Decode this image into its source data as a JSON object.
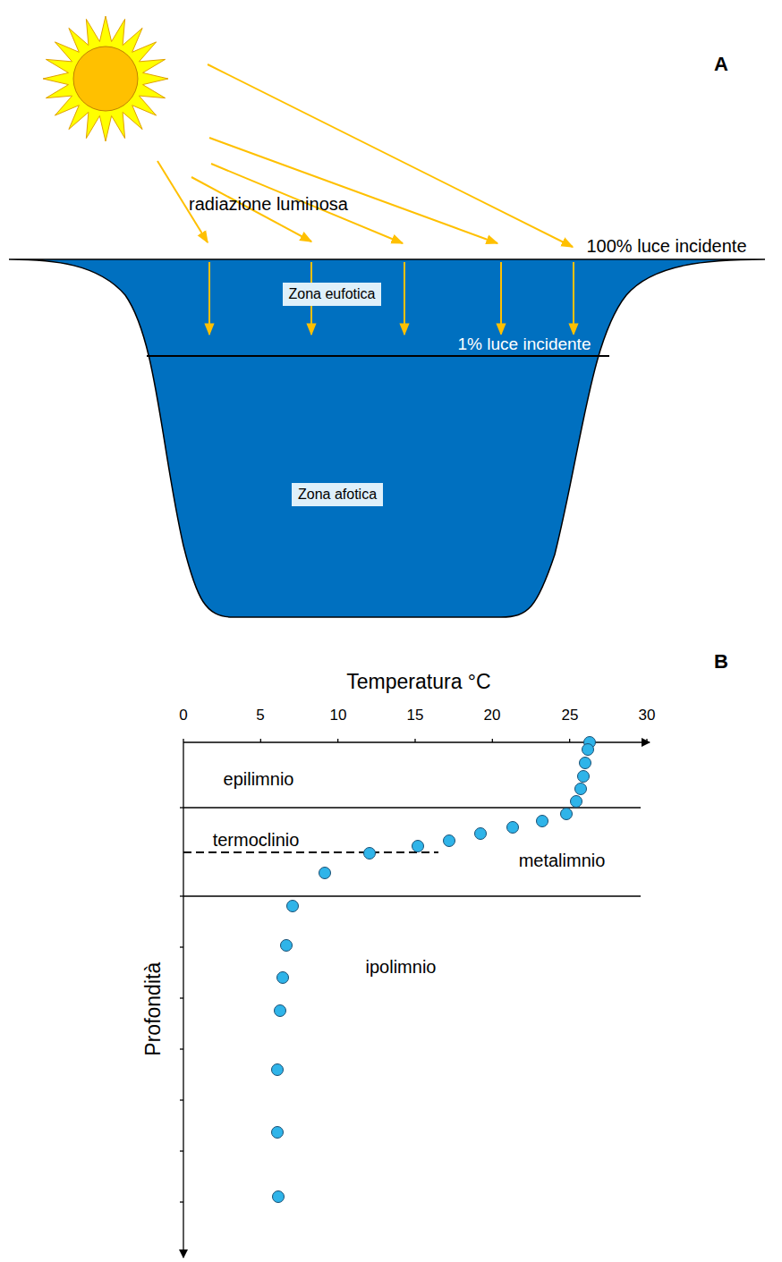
{
  "diagram": {
    "nodes": [
      {
        "text": [
          "Zona eufotica"
        ]
      },
      {
        "text": [
          "Zona afotica"
        ]
      }
    ],
    "labels": [
      "A",
      "radiazione luminosa",
      "100% luce incidente",
      "1% luce incidente",
      "B",
      "Temperatura °C",
      "0",
      "5",
      "10",
      "15",
      "20",
      "25",
      "30",
      "epilimnio",
      "termoclinio",
      "metalimnio",
      "ipolimnio",
      "Profondità"
    ]
  }
}
